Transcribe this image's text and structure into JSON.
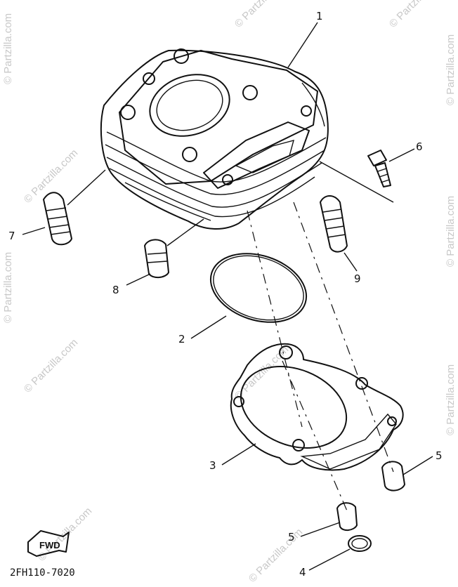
{
  "watermark": "© Partzilla.com",
  "callouts": {
    "c1": "1",
    "c2": "2",
    "c3": "3",
    "c4": "4",
    "c5a": "5",
    "c5b": "5",
    "c6": "6",
    "c7": "7",
    "c8": "8",
    "c9": "9"
  },
  "direction_label": "FWD",
  "diagram_code": "2FH110-7020",
  "colors": {
    "line": "#111111",
    "watermark": "#c8c8c8",
    "background": "#ffffff"
  }
}
